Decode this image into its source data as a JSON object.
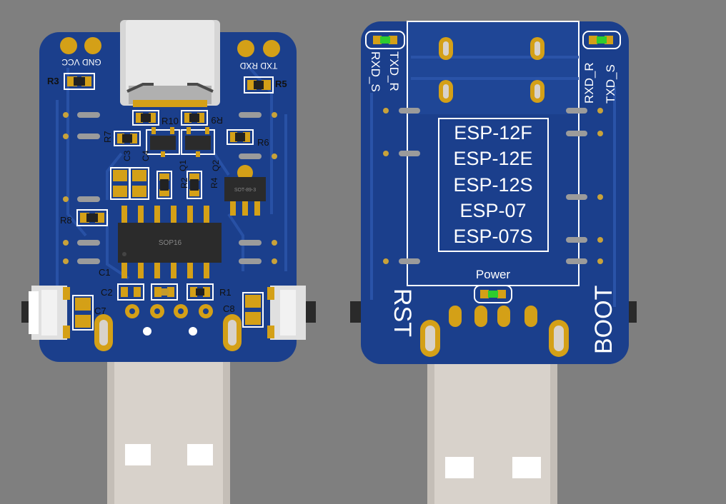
{
  "colors": {
    "background": "#7f7f7f",
    "pcb": "#1b3f8c",
    "pcb_trace": "#2a53a8",
    "copper": "#d4a017",
    "silkscreen": "#ffffff",
    "usb_plug": "#d8d2cb",
    "led": "#2ecc2e"
  },
  "left_board": {
    "pad_labels": {
      "gnd_vcc": "GND VCC",
      "txd_rxd": "TXD RXD"
    },
    "refs": {
      "r1": "R1",
      "r2": "R2",
      "r3": "R3",
      "r4": "R4",
      "r5": "R5",
      "r6": "R6",
      "r7": "R7",
      "r8": "R8",
      "r9": "R9",
      "r10": "R10",
      "c1": "C1",
      "c2": "C2",
      "c3": "C3",
      "c4": "C4",
      "c7": "C7",
      "c8": "C8",
      "q1": "Q1",
      "q2": "Q2"
    },
    "ic_label": "SOP16",
    "reg_label": "SOT-89-3"
  },
  "right_board": {
    "module_list": [
      "ESP-12F",
      "ESP-12E",
      "ESP-12S",
      "ESP-07",
      "ESP-07S"
    ],
    "labels": {
      "power": "Power",
      "rst": "RST",
      "boot": "BOOT",
      "txd_r": "TXD_R",
      "rxd_s": "RXD_S",
      "rxd_r": "RXD_R",
      "txd_s": "TXD_S"
    }
  }
}
